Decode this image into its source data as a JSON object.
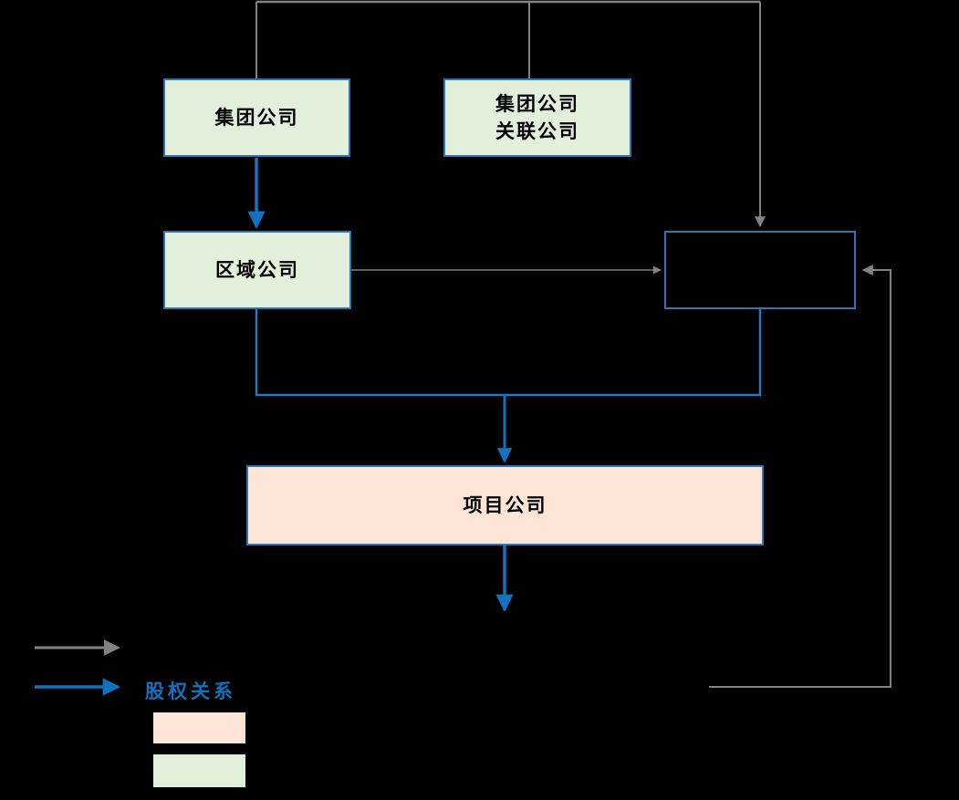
{
  "diagram": {
    "nodes": {
      "group": {
        "label": "集团公司"
      },
      "affiliate": {
        "line1": "集团公司",
        "line2": "关联公司"
      },
      "regional": {
        "label": "区域公司"
      },
      "partner": {
        "label": ""
      },
      "project": {
        "label": "项目公司"
      }
    },
    "legend": {
      "equity_label": "股权关系"
    },
    "colors": {
      "background": "#000000",
      "box_border_blue": "#2E75B6",
      "green_fill": "#E2EFDA",
      "pink_fill": "#FCE4D6",
      "arrow_blue": "#1272BF",
      "arrow_gray": "#828282",
      "node_text": "#000000",
      "legend_text_blue": "#1272BF"
    }
  }
}
